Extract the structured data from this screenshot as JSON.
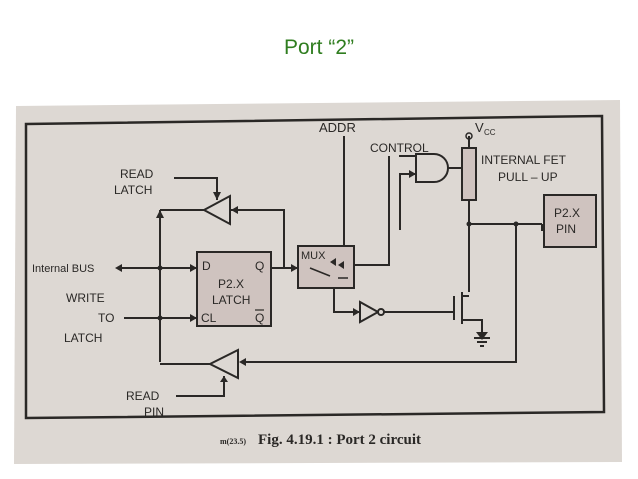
{
  "slide": {
    "title": "Port “2”"
  },
  "colors": {
    "title_text": "#2f7d1f",
    "paper": "#ddd8d3",
    "block_fill": "#cfc3bf",
    "ink": "#2a2826"
  },
  "diagram": {
    "labels": {
      "addr": "ADDR",
      "vcc": "V",
      "vcc_sub": "CC",
      "control": "CONTROL",
      "internal_fet": "INTERNAL FET",
      "pull_up": "PULL – UP",
      "read_latch_1": "READ",
      "read_latch_2": "LATCH",
      "internal_bus": "Internal BUS",
      "write_1": "WRITE",
      "write_2": "TO",
      "write_3": "LATCH",
      "read_pin_1": "READ",
      "read_pin_2": "PIN",
      "latch_d": "D",
      "latch_q": "Q",
      "latch_name_1": "P2.X",
      "latch_name_2": "LATCH",
      "latch_cl": "CL",
      "latch_qbar": "Q",
      "mux": "MUX",
      "pin_1": "P2.X",
      "pin_2": "PIN"
    },
    "caption": {
      "prefix": "m(23.5)",
      "text": "Fig. 4.19.1 : Port 2 circuit"
    }
  }
}
